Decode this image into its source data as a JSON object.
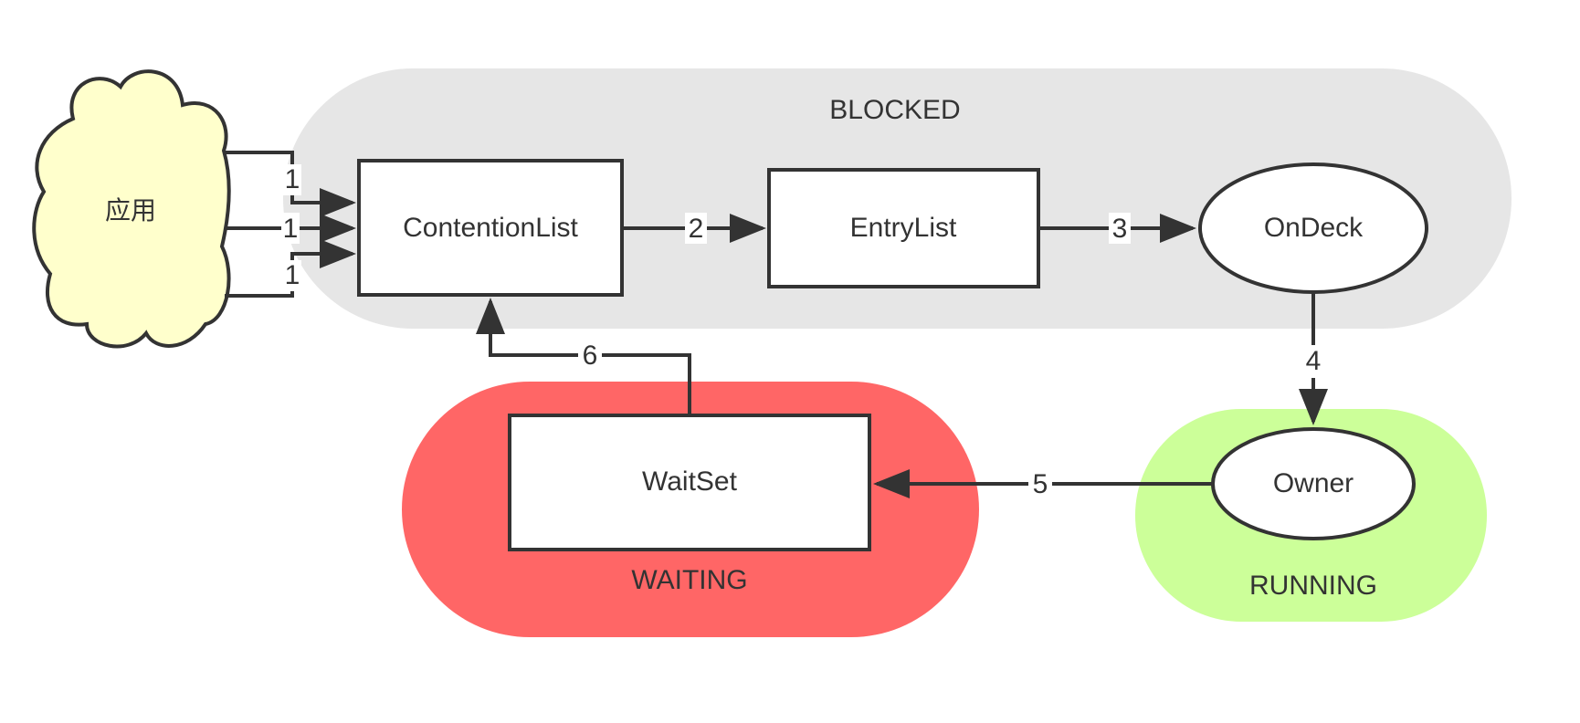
{
  "colors": {
    "blocked_region": "#e6e6e6",
    "waiting_region": "#ff6666",
    "running_region": "#ccff99",
    "cloud_fill": "#ffffcc",
    "stroke": "#333333",
    "node_fill": "#ffffff"
  },
  "regions": {
    "blocked": "BLOCKED",
    "waiting": "WAITING",
    "running": "RUNNING"
  },
  "cloud": {
    "label": "应用"
  },
  "nodes": {
    "contention_list": "ContentionList",
    "entry_list": "EntryList",
    "on_deck": "OnDeck",
    "wait_set": "WaitSet",
    "owner": "Owner"
  },
  "edges": {
    "app_to_contention_top": "1",
    "app_to_contention_mid": "1",
    "app_to_contention_bottom": "1",
    "contention_to_entry": "2",
    "entry_to_ondeck": "3",
    "ondeck_to_owner": "4",
    "owner_to_waitset": "5",
    "waitset_to_contention": "6"
  }
}
